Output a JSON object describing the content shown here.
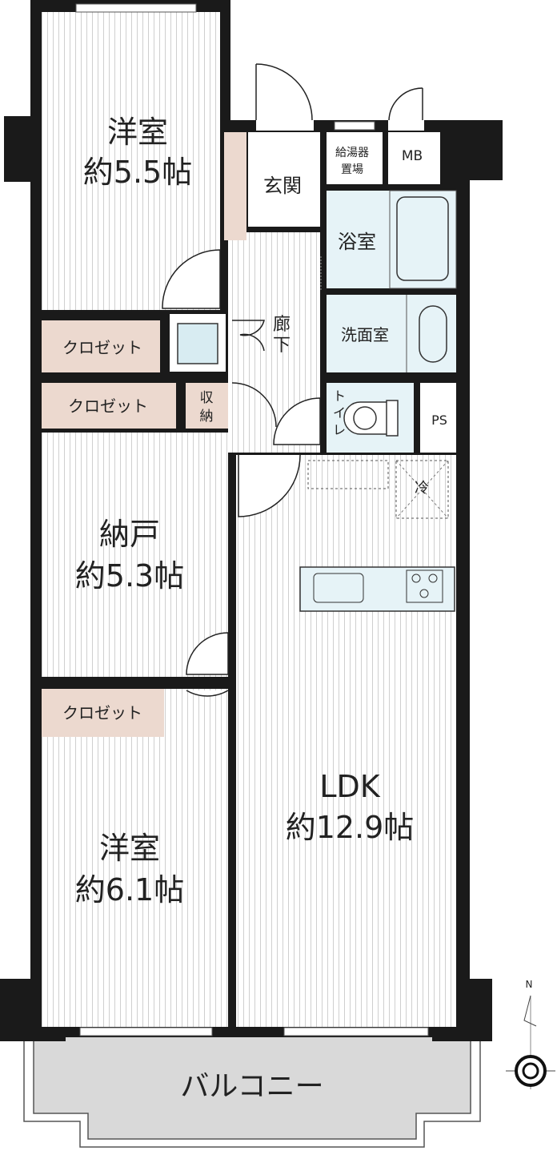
{
  "rooms": {
    "western1": {
      "name": "洋室",
      "size": "約5.5帖"
    },
    "storage": {
      "name": "納戸",
      "size": "約5.3帖"
    },
    "western2": {
      "name": "洋室",
      "size": "約6.1帖"
    },
    "ldk": {
      "name": "LDK",
      "size": "約12.9帖"
    },
    "entrance": "玄関",
    "hallway_1": "廊",
    "hallway_2": "下",
    "water_heater_1": "給湯器",
    "water_heater_2": "置場",
    "mb": "MB",
    "bath": "浴室",
    "washroom": "洗面室",
    "toilet_1": "ト",
    "toilet_2": "イ",
    "toilet_3": "レ",
    "ps": "PS",
    "closet1": "クロゼット",
    "closet2": "クロゼット",
    "closet3": "クロゼット",
    "shuno_1": "収",
    "shuno_2": "納",
    "fridge": "冷",
    "balcony": "バルコニー"
  },
  "compass": {
    "north_label": "N"
  },
  "colors": {
    "wall": "#1a1a1a",
    "closet": "#ecd9cf",
    "wet": "#e6f3f7",
    "balcony": "#d9d9d9",
    "floor_line": "#cfcfcf"
  }
}
